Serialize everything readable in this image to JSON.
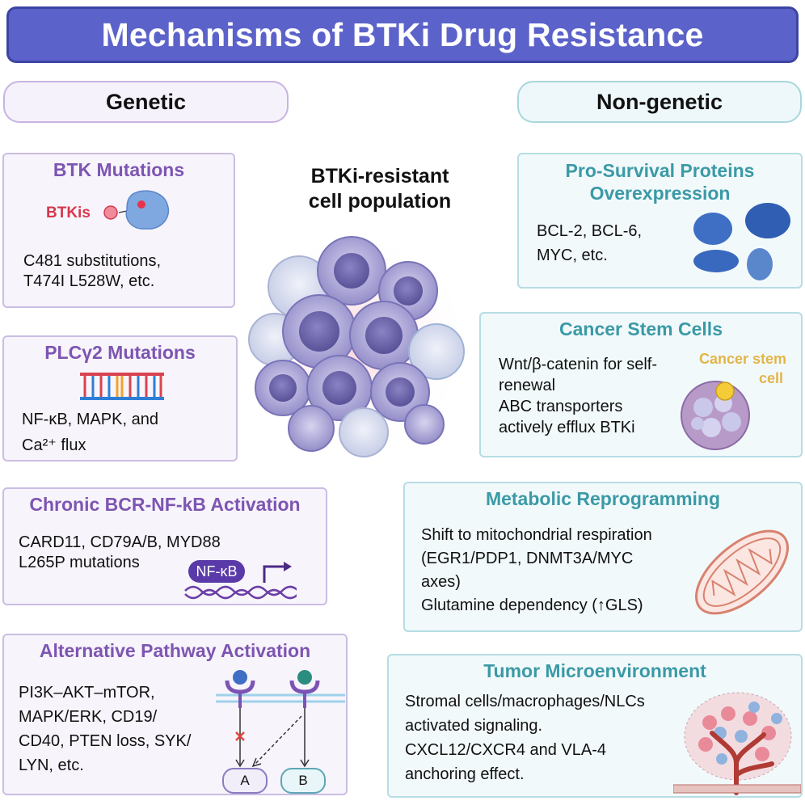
{
  "title": "Mechanisms of BTKi Drug Resistance",
  "categories": {
    "genetic": "Genetic",
    "non_genetic": "Non-genetic"
  },
  "center": {
    "line1": "BTKi-resistant",
    "line2": "cell population"
  },
  "genetic": {
    "btk": {
      "heading": "BTK Mutations",
      "drug_label": "BTKis",
      "line1": "C481 substitutions,",
      "line2": "T474I  L528W, etc."
    },
    "plc": {
      "heading": "PLCγ2 Mutations",
      "line1": "NF-κB, MAPK, and",
      "line2": "Ca²⁺ flux"
    },
    "bcr": {
      "heading": "Chronic BCR-NF-kB Activation",
      "line1": "CARD11, CD79A/B, MYD88",
      "line2": "L265P mutations",
      "badge": "NF-κB"
    },
    "alt": {
      "heading": "Alternative Pathway Activation",
      "line1": "PI3K–AKT–mTOR,",
      "line2": "MAPK/ERK, CD19/",
      "line3": "CD40, PTEN loss, SYK/",
      "line4": "LYN, etc.",
      "node_a": "A",
      "node_b": "B"
    }
  },
  "non_genetic": {
    "pro": {
      "heading1": "Pro-Survival Proteins",
      "heading2": "Overexpression",
      "line1": "BCL-2, BCL-6,",
      "line2": "MYC, etc."
    },
    "csc": {
      "heading": "Cancer Stem Cells",
      "line1": "Wnt/β-catenin for self-",
      "line2": "renewal",
      "line3": "ABC transporters",
      "line4": "actively efflux BTKi",
      "label1": "Cancer stem",
      "label2": "cell"
    },
    "meta": {
      "heading": "Metabolic Reprogramming",
      "line1": "Shift to mitochondrial respiration",
      "line2": "(EGR1/PDP1, DNMT3A/MYC",
      "line3": "axes)",
      "line4": "Glutamine dependency (↑GLS)"
    },
    "tme": {
      "heading": "Tumor Microenvironment",
      "line1": "Stromal cells/macrophages/NLCs",
      "line2": "activated signaling.",
      "line3": "CXCL12/CXCR4 and VLA-4",
      "line4": "anchoring effect."
    }
  },
  "colors": {
    "title_bg": "#5b62c9",
    "purple": "#7d55b2",
    "teal": "#3a9aa6",
    "cell": "#9d98d0"
  }
}
